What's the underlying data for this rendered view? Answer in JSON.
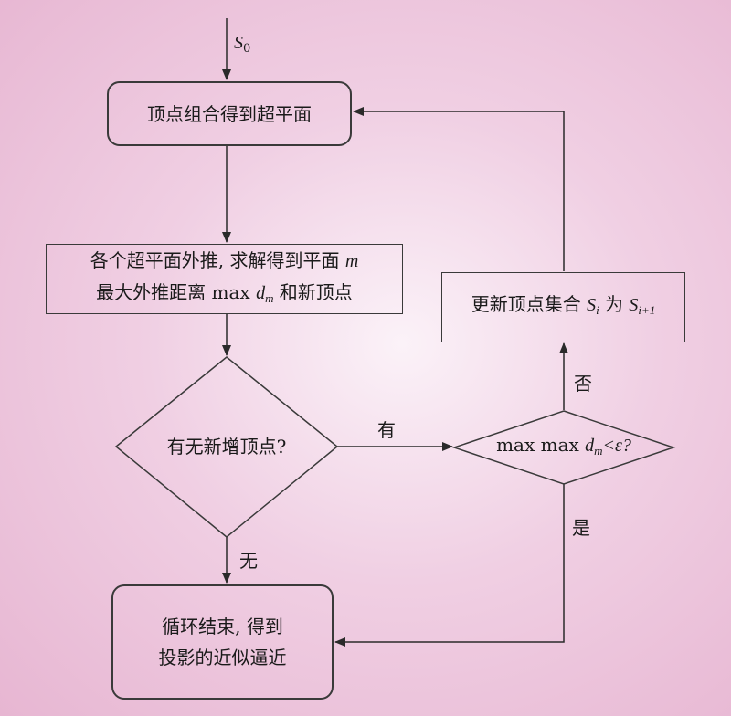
{
  "start_label": {
    "var": "S",
    "sub": "0"
  },
  "node_form_hyperplane": {
    "text": "顶点组合得到超平面"
  },
  "node_extrapolate": {
    "line1_text": "各个超平面外推, 求解得到平面 ",
    "line1_var": "m",
    "line2_text": "最大外推距离 max ",
    "line2_var": "d",
    "line2_sub": "m",
    "line2_tail": " 和新顶点"
  },
  "decision_new_vertex": {
    "text": "有无新增顶点?"
  },
  "decision_threshold": {
    "pre": "max max ",
    "var": "d",
    "sub": "m",
    "post": "<ε?"
  },
  "node_update_set": {
    "pre": "更新顶点集合 ",
    "var1": "S",
    "sub1": "i",
    "mid": " 为 ",
    "var2": "S",
    "sub2": "i+1"
  },
  "node_end": {
    "line1": "循环结束, 得到",
    "line2": "投影的近似逼近"
  },
  "edge_labels": {
    "yes_new": "有",
    "no_new": "无",
    "no_threshold": "否",
    "yes_threshold": "是"
  }
}
